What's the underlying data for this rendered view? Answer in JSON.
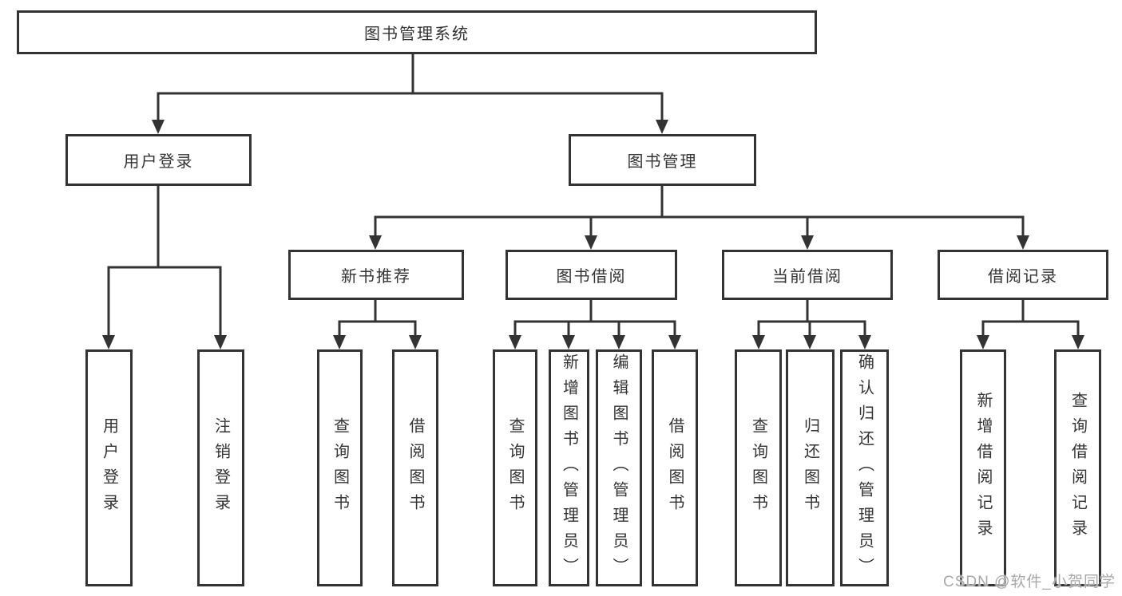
{
  "diagram": {
    "root": "图书管理系统",
    "level2": {
      "user_login": "用户登录",
      "book_management": "图书管理"
    },
    "level3": {
      "new_book_recommend": "新书推荐",
      "book_borrowing": "图书借阅",
      "current_borrowing": "当前借阅",
      "borrow_records": "借阅记录"
    },
    "leaves": {
      "user_login_group": [
        "用户登录",
        "注销登录"
      ],
      "new_book_group": [
        "查询图书",
        "借阅图书"
      ],
      "book_borrowing_group": [
        "查询图书",
        "新增图书（管理员）",
        "编辑图书（管理员）",
        "借阅图书"
      ],
      "current_borrowing_group": [
        "查询图书",
        "归还图书",
        "确认归还（管理员）"
      ],
      "borrow_records_group": [
        "新增借阅记录",
        "查询借阅记录"
      ]
    }
  },
  "colors": {
    "line": "#333333",
    "text": "#333333",
    "background": "#ffffff",
    "watermark": "#a8a8a8"
  },
  "watermark": "CSDN @软件_小贺同学"
}
